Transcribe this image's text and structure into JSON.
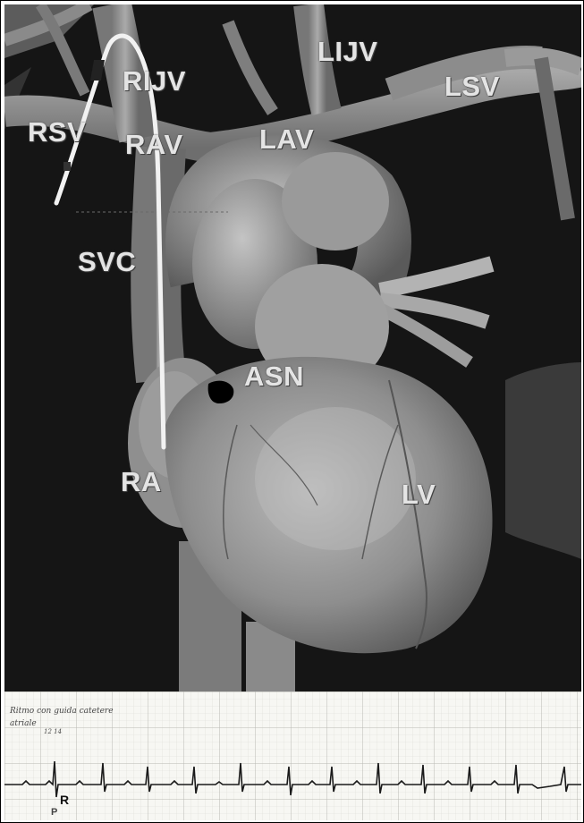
{
  "labels": {
    "rijv": "RIJV",
    "lijv": "LIJV",
    "lsv": "LSV",
    "rsv": "RSV",
    "rav": "RAV",
    "lav": "LAV",
    "svc": "SVC",
    "asn": "ASN",
    "ra": "RA",
    "lv": "LV"
  },
  "ecg": {
    "note_line1": "Ritmo con guida catetere",
    "note_line2": "atriale",
    "note_small": "12 14",
    "marker_r": "R",
    "marker_p": "P"
  },
  "colors": {
    "background": "#141414",
    "label": "#e4e4e4",
    "catheter": "#f2f2f2",
    "grid": "#c9c9c4"
  }
}
